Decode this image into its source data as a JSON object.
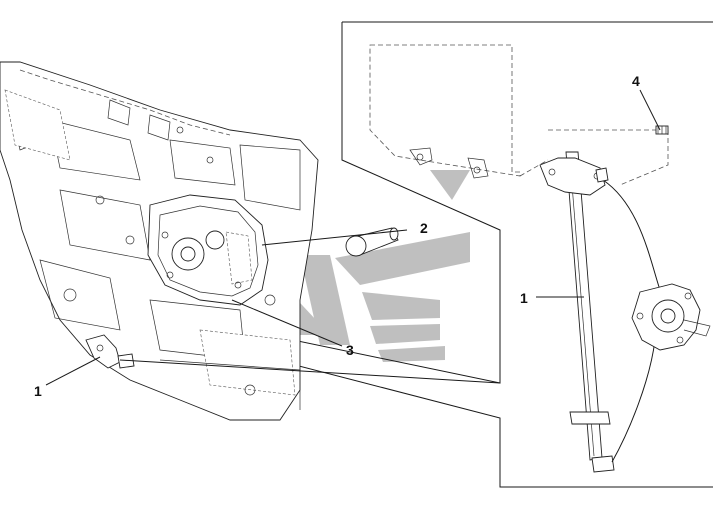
{
  "callouts": [
    {
      "id": "callout-1-left",
      "label": "1"
    },
    {
      "id": "callout-1-right",
      "label": "1"
    },
    {
      "id": "callout-2",
      "label": "2"
    },
    {
      "id": "callout-3",
      "label": "3"
    },
    {
      "id": "callout-4",
      "label": "4"
    }
  ],
  "colors": {
    "line": "#1a1a1a",
    "watermark": "#8c8c8c",
    "background": "#ffffff"
  }
}
